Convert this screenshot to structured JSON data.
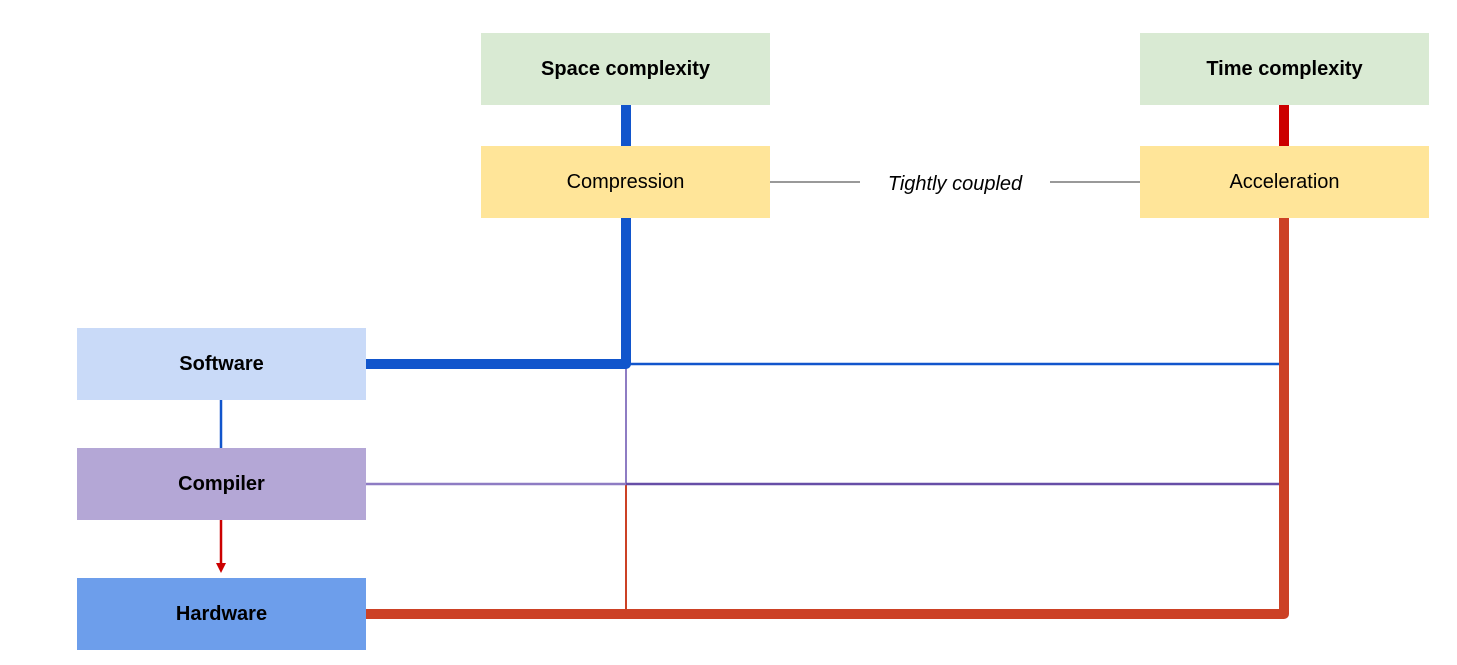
{
  "nodes": {
    "space_complexity": {
      "label": "Space complexity",
      "color": "#d9ead3"
    },
    "time_complexity": {
      "label": "Time complexity",
      "color": "#d9ead3"
    },
    "compression": {
      "label": "Compression",
      "color": "#ffe599"
    },
    "acceleration": {
      "label": "Acceleration",
      "color": "#ffe599"
    },
    "software": {
      "label": "Software",
      "color": "#c9daf8"
    },
    "compiler": {
      "label": "Compiler",
      "color": "#b4a7d6"
    },
    "hardware": {
      "label": "Hardware",
      "color": "#6d9eeb"
    }
  },
  "coupling": {
    "label": "Tightly coupled"
  },
  "colors": {
    "space_line": "#1155cc",
    "time_line_top": "#cc0000",
    "time_line": "#cc4125",
    "compiler_line": "#8e7cc3",
    "compiler_line_dark": "#674ea7",
    "arrow": "#cc0000",
    "connector": "#333333"
  }
}
